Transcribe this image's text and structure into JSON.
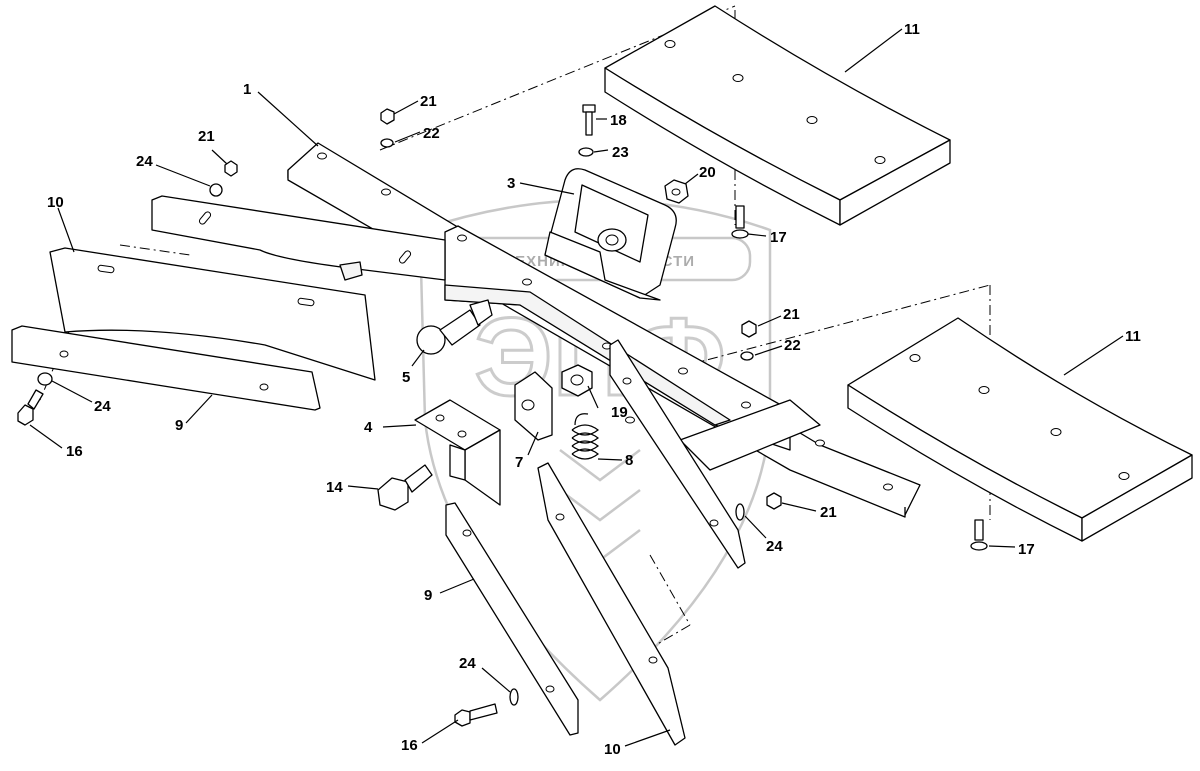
{
  "watermark": {
    "text": "ТЕХНИКА И ЗАПЧАСТИ",
    "logo_letters": "ЭПФ"
  },
  "callouts": {
    "c1": "1",
    "c3": "3",
    "c4": "4",
    "c5": "5",
    "c7": "7",
    "c8": "8",
    "c9a": "9",
    "c9b": "9",
    "c10a": "10",
    "c10b": "10",
    "c11a": "11",
    "c11b": "11",
    "c14": "14",
    "c16a": "16",
    "c16b": "16",
    "c17a": "17",
    "c17b": "17",
    "c18": "18",
    "c19": "19",
    "c20": "20",
    "c21a": "21",
    "c21b": "21",
    "c21c": "21",
    "c21d": "21",
    "c22a": "22",
    "c22b": "22",
    "c23": "23",
    "c24a": "24",
    "c24b": "24",
    "c24c": "24",
    "c24d": "24"
  }
}
